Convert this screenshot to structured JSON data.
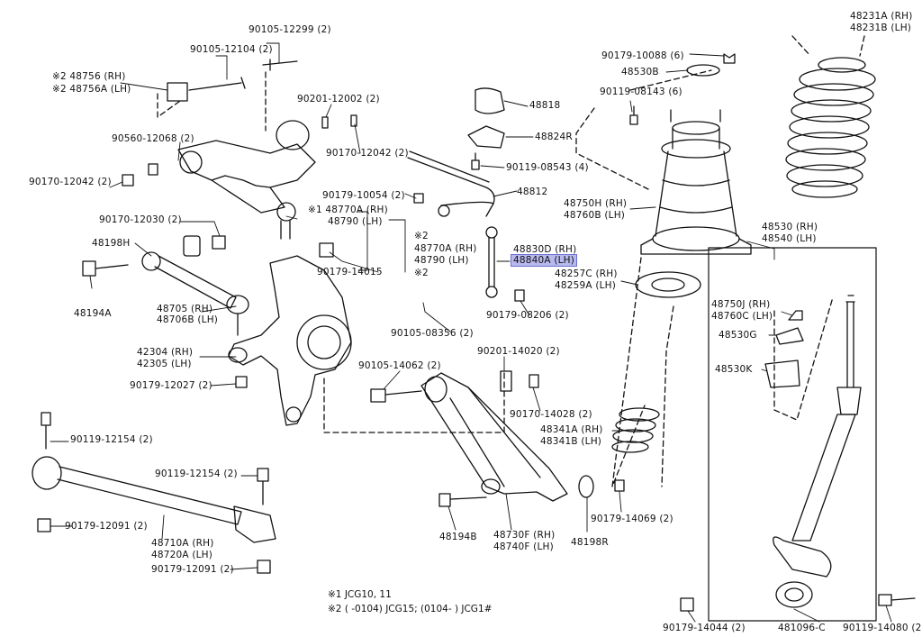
{
  "labels": {
    "p_90105_12299": "90105-12299 (2)",
    "p_90105_12104": "90105-12104 (2)",
    "p_48756": "※2 48756  (RH)",
    "p_48756a": "※2 48756A (LH)",
    "p_90201_12002": "90201-12002 (2)",
    "p_90560_12068": "90560-12068 (2)",
    "p_90170_12042a": "90170-12042 (2)",
    "p_90170_12042b": "90170-12042 (2)",
    "p_90179_10054": "90179-10054 (2)",
    "p_48770a_rh": "※1 48770A (RH)",
    "p_48790_lh": "48790   (LH)",
    "p_90170_12030": "90170-12030 (2)",
    "p_48198h": "48198H",
    "p_48194a": "48194A",
    "p_48705": "48705 (RH)",
    "p_48706b": "48706B (LH)",
    "p_42304": "42304 (RH)",
    "p_42305": "42305 (LH)",
    "p_90179_12027": "90179-12027 (2)",
    "p_90119_12154a": "90119-12154 (2)",
    "p_90119_12154b": "90119-12154 (2)",
    "p_90179_12091a": "90179-12091 (2)",
    "p_48710a": "48710A (RH)",
    "p_48720a": "48720A (LH)",
    "p_90179_12091b": "90179-12091 (2)",
    "p_48818": "48818",
    "p_48824r": "48824R",
    "p_90119_08543": "90119-08543 (4)",
    "p_48812": "48812",
    "p_note2a": "※2",
    "p_48770a_rh2": "48770A (RH)",
    "p_48790_lh2": "48790  (LH)",
    "p_note2b": "※2",
    "p_90179_14015": "90179-14015",
    "p_48830d": "48830D (RH)",
    "p_48840a": "48840A (LH)",
    "p_90105_08356": "90105-08356 (2)",
    "p_90179_08206": "90179-08206 (2)",
    "p_90201_14020": "90201-14020 (2)",
    "p_90105_14062": "90105-14062 (2)",
    "p_90170_14028": "90170-14028 (2)",
    "p_48341a": "48341A (RH)",
    "p_48341b": "48341B (LH)",
    "p_48194b": "48194B",
    "p_48730f": "48730F (RH)",
    "p_48740f": "48740F (LH)",
    "p_48198r": "48198R",
    "p_90179_14069": "90179-14069 (2)",
    "p_90179_10088": "90179-10088 (6)",
    "p_48530b": "48530B",
    "p_90119_08143": "90119-08143 (6)",
    "p_48750h": "48750H (RH)",
    "p_48760b": "48760B (LH)",
    "p_48257c": "48257C (RH)",
    "p_48259a": "48259A (LH)",
    "p_48231a": "48231A (RH)",
    "p_48231b": "48231B (LH)",
    "p_48530": "48530 (RH)",
    "p_48540": "48540 (LH)",
    "p_48750j": "48750J (RH)",
    "p_48760c": "48760C (LH)",
    "p_48530g": "48530G",
    "p_48530k": "48530K",
    "p_90179_14044": "90179-14044 (2)",
    "p_481096c": "481096-C",
    "p_90119_14080": "90119-14080 (2)"
  },
  "footnotes": {
    "note1": "※1 JCG10, 11",
    "note2": "※2 (      -0104) JCG15; (0104-      ) JCG1#"
  },
  "colors": {
    "highlight": "#b7b9ee",
    "line": "#111111"
  }
}
